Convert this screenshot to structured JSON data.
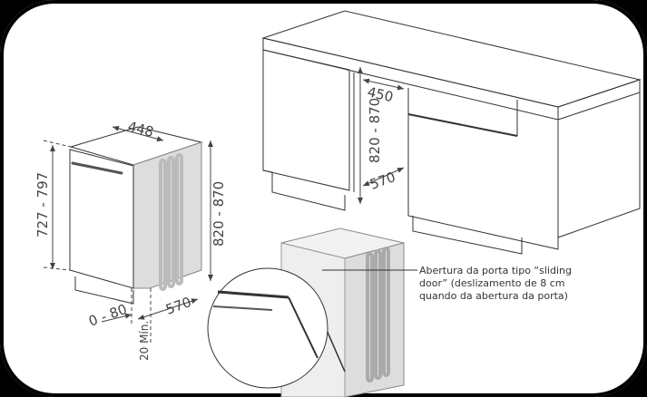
{
  "figure": {
    "dishwasher_dimensions": {
      "width": "448",
      "panel_height": "727 - 797",
      "total_height": "820 - 870",
      "depth": "570",
      "door_offset": "0 - 80",
      "min_gap": "20 Mín."
    },
    "cabinet_dimensions": {
      "niche_width": "450",
      "niche_height": "820 - 870",
      "niche_depth": "570"
    },
    "note_lines": [
      "Abertura da porta tipo “sliding",
      "door” (deslizamento de 8 cm",
      "quando da abertura da porta)"
    ]
  }
}
